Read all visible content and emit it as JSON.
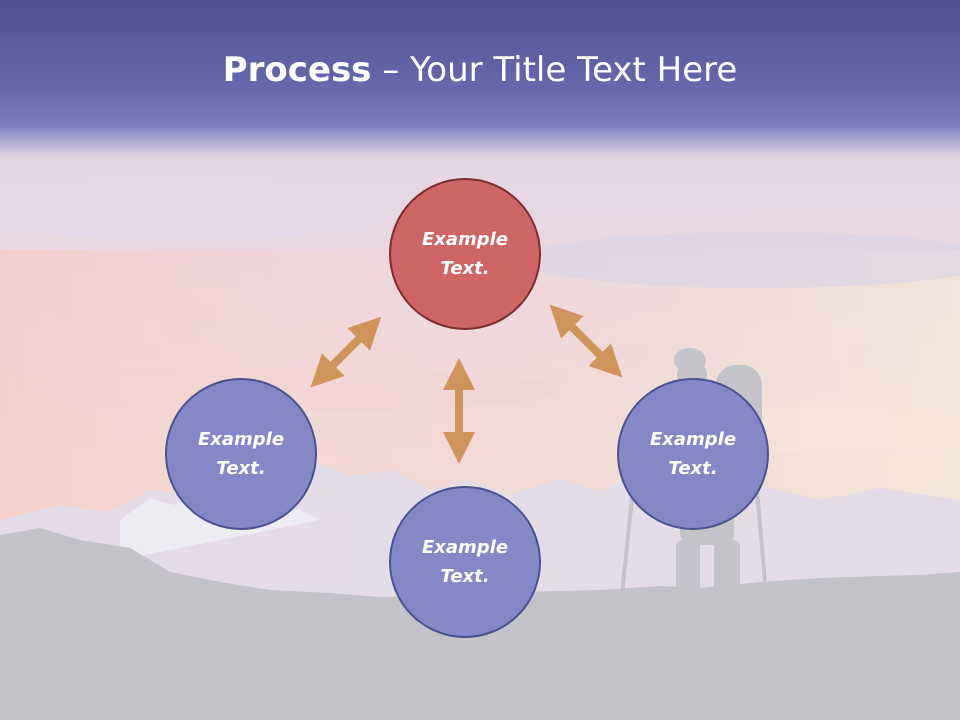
{
  "title": {
    "bold": "Process",
    "rest": " – Your Title Text Here"
  },
  "nodes": {
    "top": "Example Text.",
    "left": "Example Text.",
    "right": "Example Text.",
    "bottom": "Example Text."
  },
  "colors": {
    "header": "#6366ad",
    "highlight_node": "#cd6565",
    "node": "#8588c6",
    "arrow": "#d0935a",
    "ground": "#c3c2c8"
  }
}
